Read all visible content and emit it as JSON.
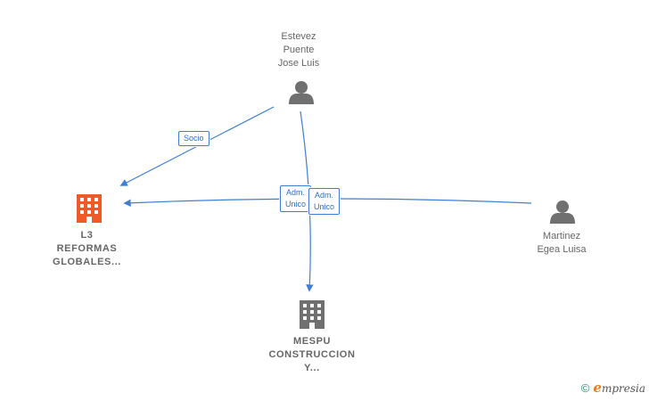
{
  "nodes": {
    "person_estevez": {
      "label": "Estevez\nPuente\nJose Luis"
    },
    "person_martinez": {
      "label": "Martinez\nEgea Luisa"
    },
    "company_l3": {
      "label": "L3\nREFORMAS\nGLOBALES..."
    },
    "company_mespu": {
      "label": "MESPU\nCONSTRUCCION\nY..."
    }
  },
  "edges": {
    "socio": "Socio",
    "adm_unico_1": "Adm.\nUnico",
    "adm_unico_2": "Adm.\nUnico"
  },
  "colors": {
    "edge": "#3d7fd6",
    "person_icon": "#707070",
    "company_main": "#f05a28",
    "company_other": "#707070"
  },
  "footer": {
    "copyright_symbol": "©",
    "brand": "mpresia",
    "brand_initial": "e"
  }
}
